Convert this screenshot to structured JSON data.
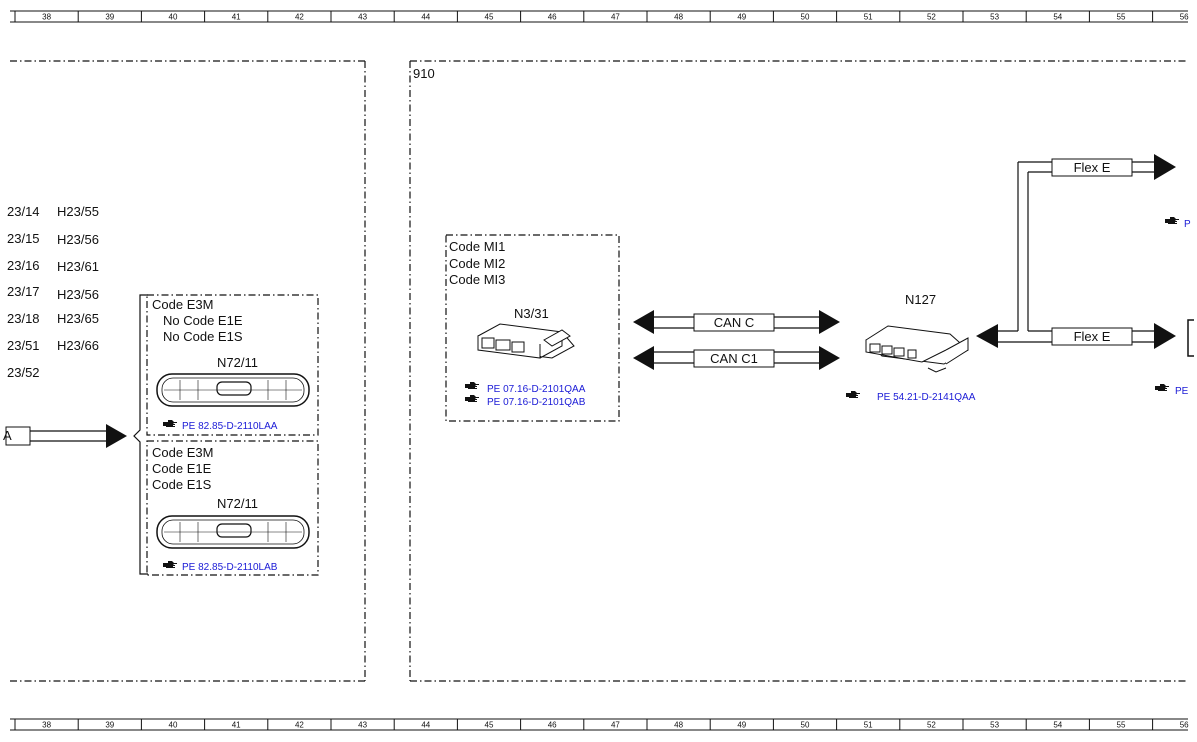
{
  "ruler": {
    "numbers": [
      "38",
      "39",
      "40",
      "41",
      "42",
      "43",
      "44",
      "45",
      "46",
      "47",
      "48",
      "49",
      "50",
      "51",
      "52",
      "53",
      "54",
      "55",
      "56"
    ]
  },
  "zone_label": "910",
  "left_list": {
    "col1": [
      "23/14",
      "23/15",
      "23/16",
      "23/17",
      "23/18",
      "23/51",
      "23/52"
    ],
    "col2": [
      "H23/55",
      "H23/56",
      "H23/61",
      "H23/56",
      "H23/65",
      "H23/66"
    ]
  },
  "connector_label": "A",
  "box_e3m_1": {
    "codes": [
      "Code E3M",
      "No Code E1E",
      "No Code E1S"
    ],
    "component": "N72/11",
    "ref": "PE 82.85-D-2110LAA"
  },
  "box_e3m_2": {
    "codes": [
      "Code E3M",
      "Code E1E",
      "Code E1S"
    ],
    "component": "N72/11",
    "ref": "PE 82.85-D-2110LAB"
  },
  "box_mi": {
    "codes": [
      "Code MI1",
      "Code MI2",
      "Code MI3"
    ],
    "component": "N3/31",
    "refs": [
      "PE 07.16-D-2101QAA",
      "PE 07.16-D-2101QAB"
    ]
  },
  "bus": {
    "can_c": "CAN C",
    "can_c1": "CAN C1",
    "flex_top": "Flex E",
    "flex_bottom": "Flex E"
  },
  "n127": {
    "component": "N127",
    "ref": "PE 54.21-D-2141QAA"
  },
  "right_edge": {
    "ref_top": "P",
    "ref_bottom": "PE"
  },
  "colors": {
    "line": "#111111",
    "link": "#1a1ad6",
    "background": "#ffffff"
  },
  "icons": {
    "reference": "pointing-hand-icon"
  }
}
